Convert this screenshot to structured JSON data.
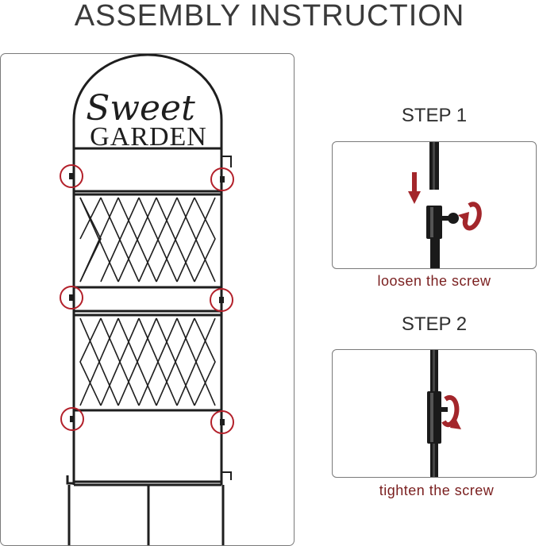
{
  "header": {
    "title": "ASSEMBLY INSTRUCTION"
  },
  "fence": {
    "sign_script": "Sweet",
    "sign_caps": "GARDEN"
  },
  "steps": [
    {
      "title": "STEP 1",
      "caption": "loosen the screw"
    },
    {
      "title": "STEP 2",
      "caption": "tighten the screw"
    }
  ],
  "colors": {
    "metal": "#1e1e1e",
    "marker": "#b3202a",
    "arrow": "#a3262b",
    "caption": "#7a1f1f"
  }
}
